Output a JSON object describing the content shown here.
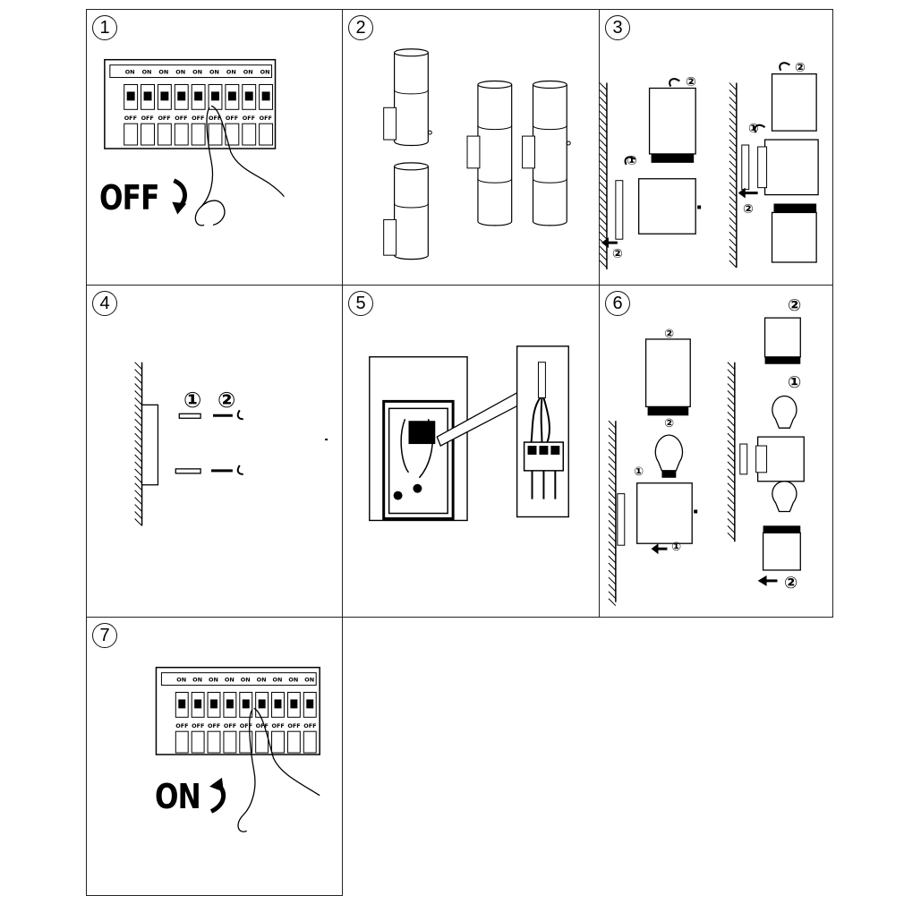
{
  "steps": [
    {
      "number": "1",
      "label": "OFF"
    },
    {
      "number": "2"
    },
    {
      "number": "3"
    },
    {
      "number": "4"
    },
    {
      "number": "5"
    },
    {
      "number": "6"
    },
    {
      "number": "7",
      "label": "ON"
    }
  ],
  "breaker": {
    "on_text": "ON",
    "off_text": "OFF"
  },
  "callouts": {
    "one": "①",
    "two": "②"
  },
  "icons": [
    "breaker-panel-icon",
    "hand-icon",
    "arrow-down-icon",
    "arrow-up-icon",
    "wall-lamp-icon",
    "wall-icon",
    "bulb-icon",
    "terminal-block-icon",
    "screw-icon"
  ]
}
